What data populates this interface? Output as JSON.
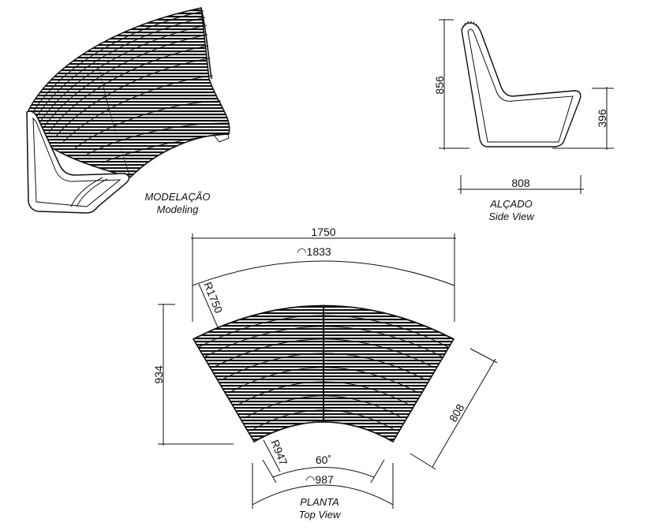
{
  "views": {
    "modeling": {
      "title": "MODELAÇÃO",
      "subtitle": "Modeling"
    },
    "side": {
      "title": "ALÇADO",
      "subtitle": "Side View",
      "height_total": "856",
      "seat_height": "396",
      "depth": "808"
    },
    "top": {
      "title": "PLANTA",
      "subtitle": "Top View",
      "width": "1750",
      "outer_arc": "◠1833",
      "outer_radius": "R1750",
      "depth_y": "934",
      "depth_diag": "808",
      "inner_radius": "R947",
      "angle": "60˚",
      "inner_arc": "◠987"
    }
  },
  "colors": {
    "line": "#111111",
    "background": "#ffffff"
  }
}
